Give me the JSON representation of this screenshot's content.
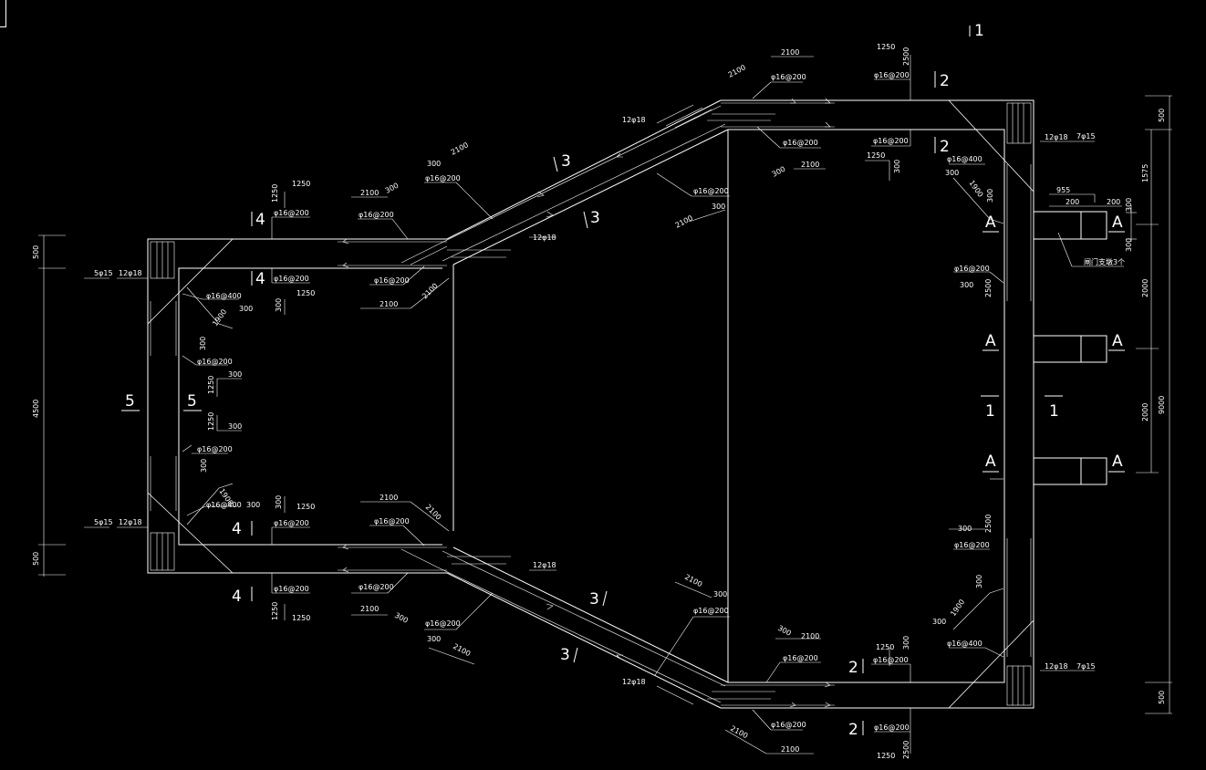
{
  "dims": {
    "d2100": "2100",
    "d1250": "1250",
    "d2500": "2500",
    "d300": "300",
    "d1900": "1900",
    "d955": "955",
    "d200": "200",
    "d500": "500",
    "d1575": "1575",
    "d2000": "2000",
    "d9000": "9000",
    "d4500": "4500"
  },
  "rebar": {
    "r16_200": "φ16@200",
    "r16_400": "φ16@400",
    "r12_18": "12φ18",
    "r7_15": "7φ15",
    "r5_15": "5φ15"
  },
  "sections": {
    "s1": "1",
    "s2": "2",
    "s3": "3",
    "s4": "4",
    "s5": "5",
    "sA": "A"
  },
  "notes": {
    "gate_pier": "闸门支墩3个"
  },
  "colors": {
    "background": "#000000",
    "linework": "#ffffff"
  }
}
